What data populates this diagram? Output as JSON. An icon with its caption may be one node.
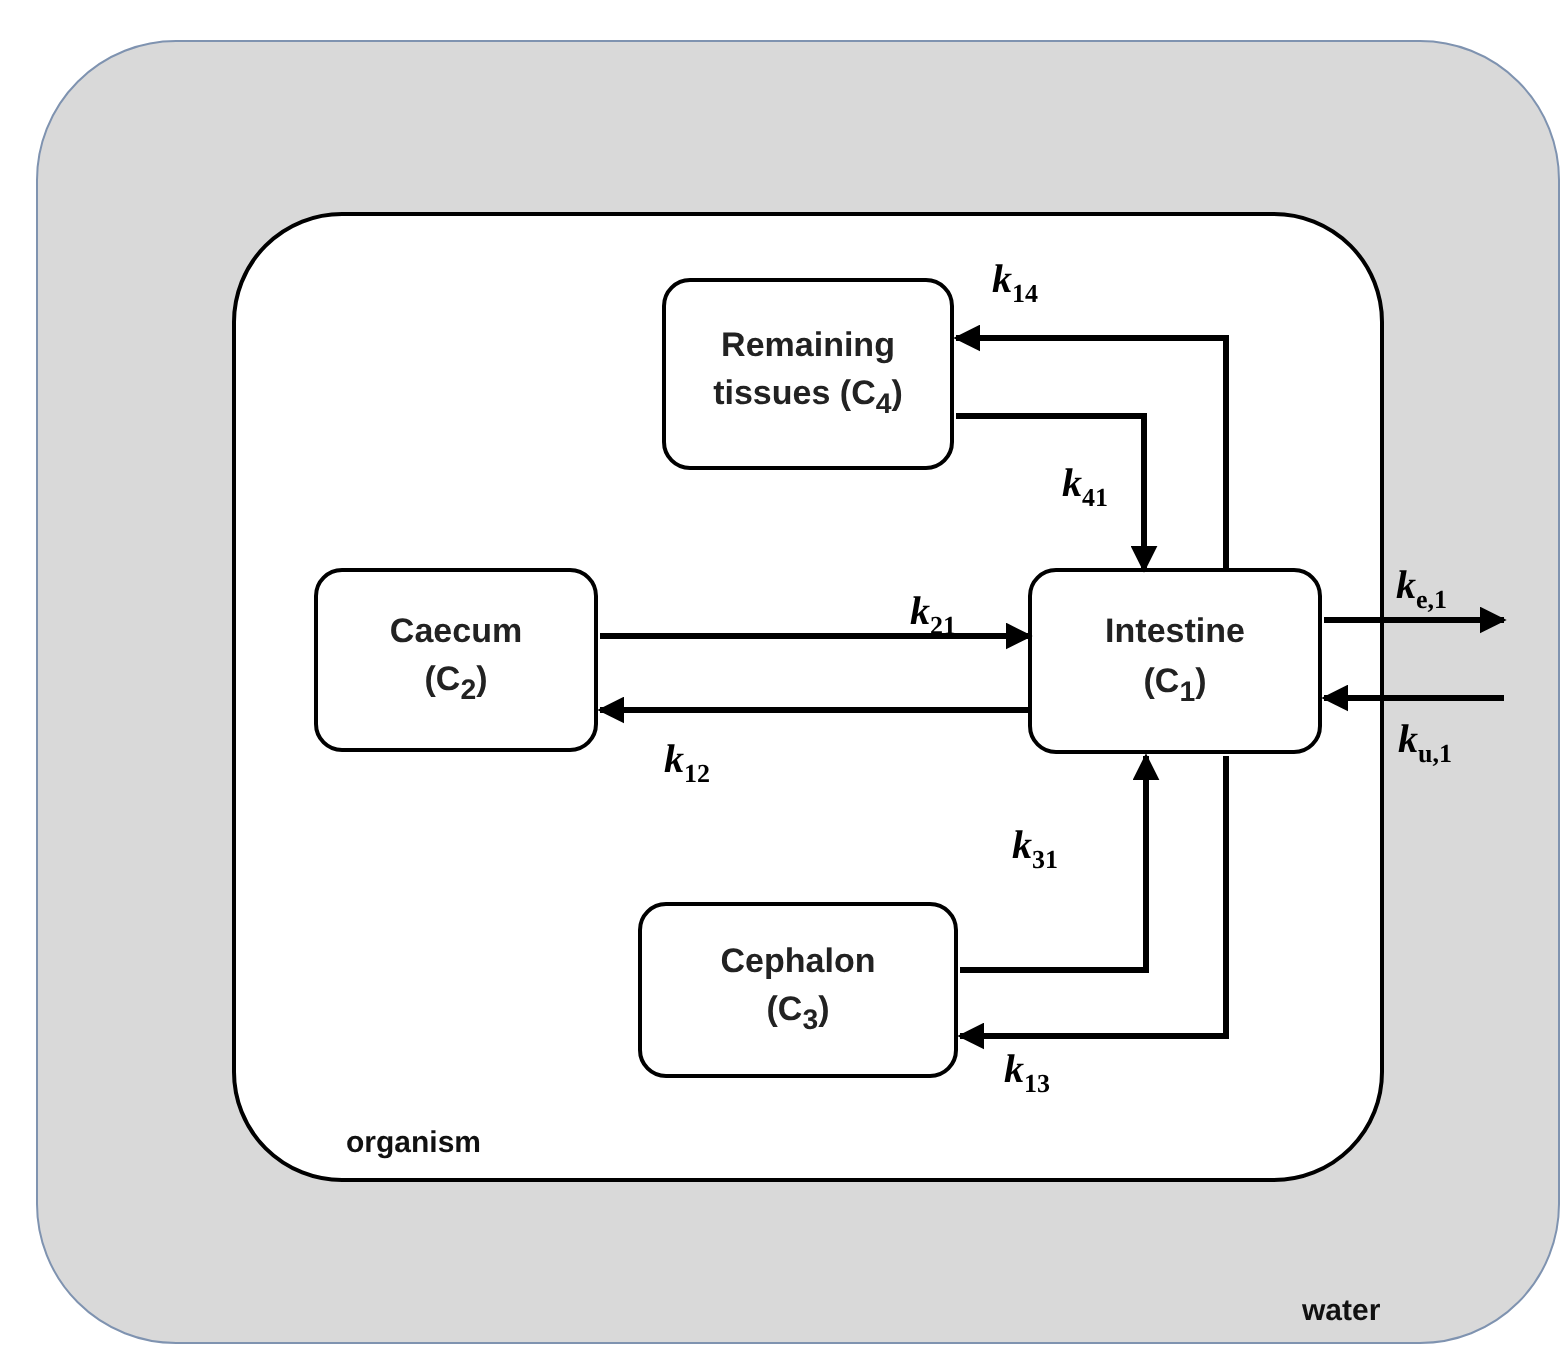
{
  "diagram": {
    "nodes": [
      {
        "text": [
          "water"
        ]
      },
      {
        "text": [
          "organism"
        ],
        "in": 0
      },
      {
        "text": [
          "Remaining tissues (C$_{4}$)"
        ],
        "in": 1
      },
      {
        "text": [
          "Caecum (C$_{2}$)"
        ],
        "in": 1
      },
      {
        "text": [
          "Intestine (C$_{1}$)"
        ],
        "in": 1
      },
      {
        "text": [
          "Cephalon (C$_{3}$)"
        ],
        "in": 1
      }
    ],
    "edges": [
      {
        "from": 4,
        "to": 2,
        "arrow": "to",
        "label": "*k*$_{14}$"
      },
      {
        "from": 2,
        "to": 4,
        "arrow": "to",
        "label": "*k*$_{41}$"
      },
      {
        "from": 3,
        "to": 4,
        "arrow": "to",
        "label": "*k*$_{21}$"
      },
      {
        "from": 4,
        "to": 3,
        "arrow": "to",
        "label": "*k*$_{12}$"
      },
      {
        "from": 5,
        "to": 4,
        "arrow": "to",
        "label": "*k*$_{31}$"
      },
      {
        "from": 4,
        "to": 5,
        "arrow": "to",
        "label": "*k*$_{13}$"
      },
      {
        "from": 4,
        "to": null,
        "arrow": "to",
        "label": "*k*$_{e,1}$"
      },
      {
        "from": null,
        "to": 4,
        "arrow": "to",
        "label": "*k*$_{u,1}$"
      }
    ]
  }
}
